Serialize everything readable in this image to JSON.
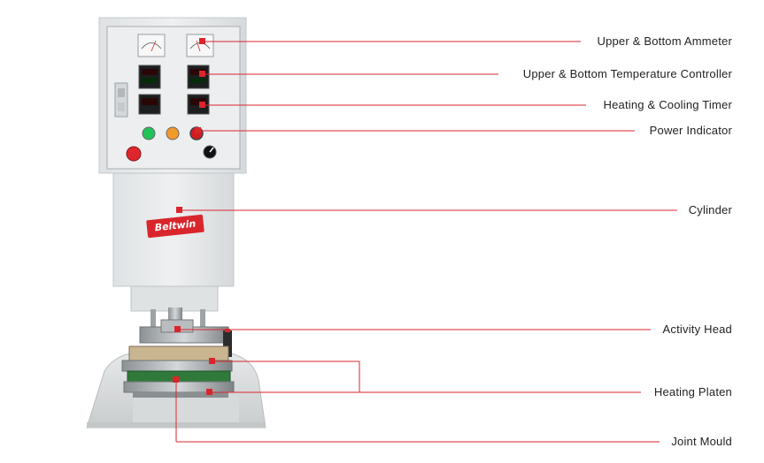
{
  "machine": {
    "brand_logo": "Beltwin"
  },
  "callouts": [
    {
      "id": "upper-bottom-ammeter",
      "label": "Upper & Bottom Ammeter"
    },
    {
      "id": "upper-bottom-temperature-controller",
      "label": "Upper & Bottom Temperature Controller"
    },
    {
      "id": "heating-cooling-timer",
      "label": "Heating & Cooling Timer"
    },
    {
      "id": "power-indicator",
      "label": "Power Indicator"
    },
    {
      "id": "cylinder",
      "label": "Cylinder"
    },
    {
      "id": "activity-head",
      "label": "Activity Head"
    },
    {
      "id": "heating-platen",
      "label": "Heating Platen"
    },
    {
      "id": "joint-mould",
      "label": "Joint Mould"
    }
  ],
  "colors": {
    "leader_line": "#d9262c",
    "marker": "#d9262c",
    "cabinet": "#e9ebec",
    "brand_badge": "#d9262c",
    "platen_green": "#2f7a3a"
  }
}
